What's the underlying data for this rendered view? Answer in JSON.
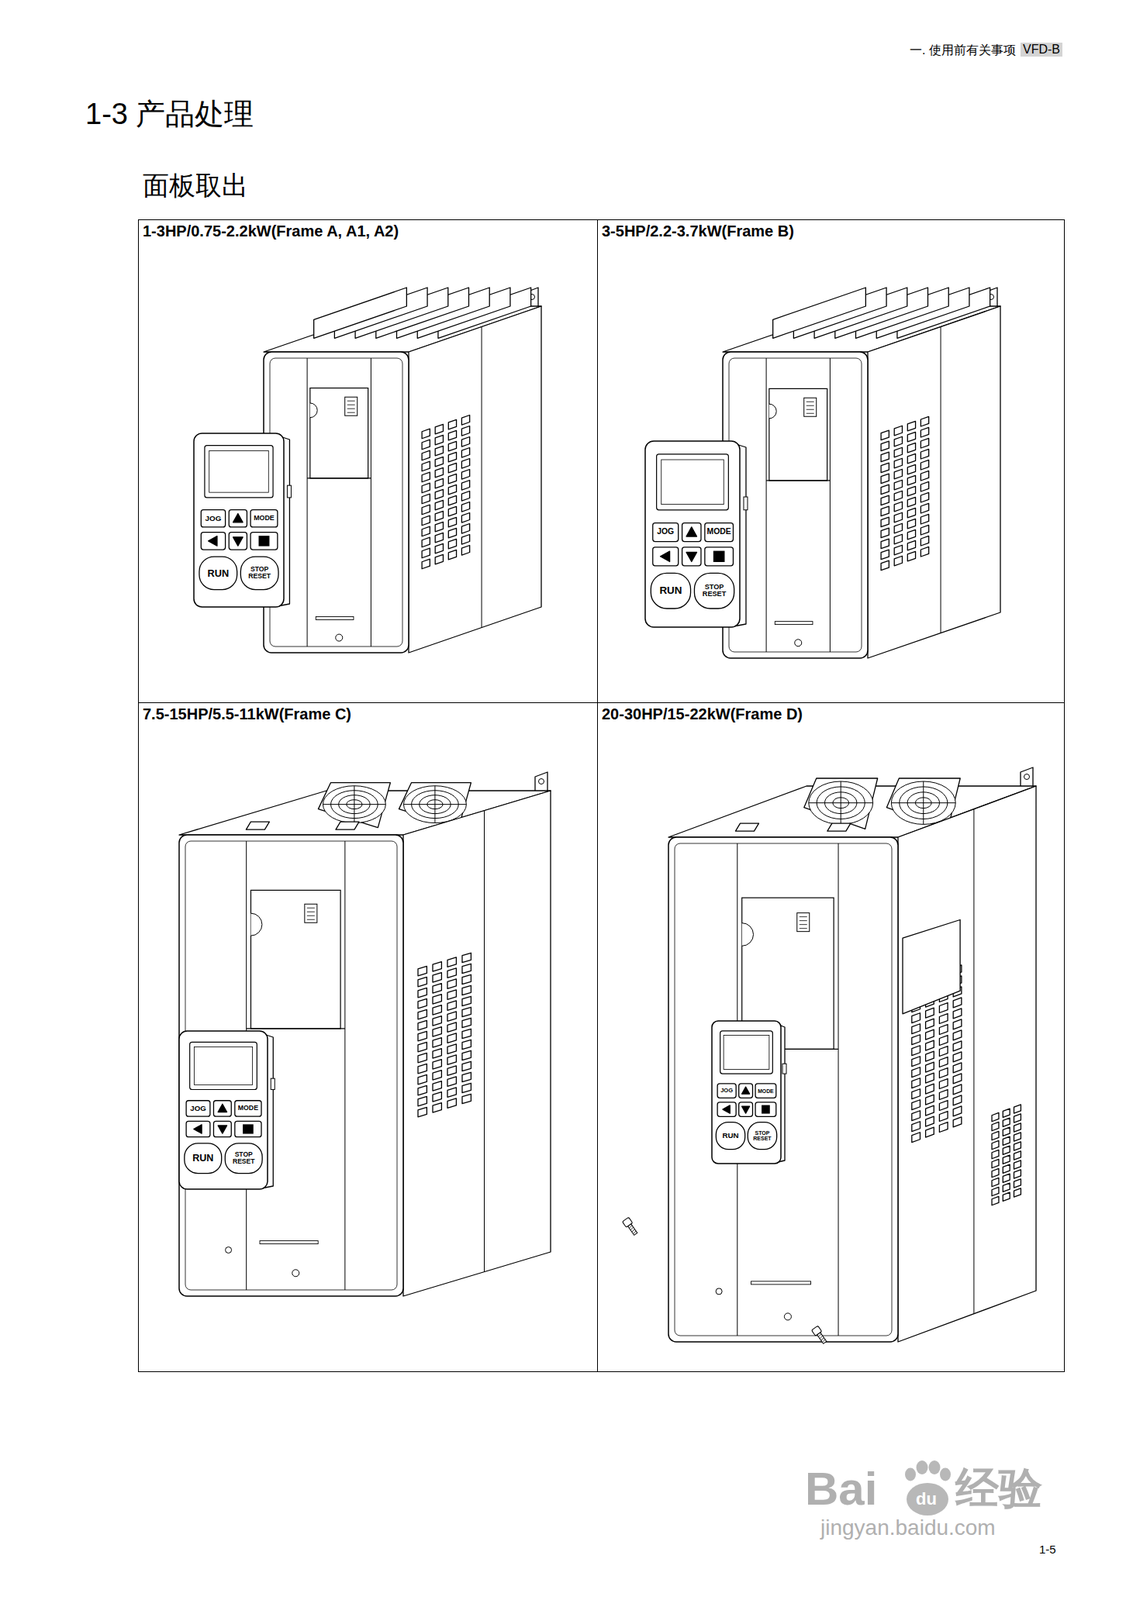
{
  "diagram": {
    "title": "1-3 产品处理",
    "nodes": [
      {
        "text": [
          "1-3HP/0.75-2.2kW(Frame A, A1, A2)"
        ]
      },
      {
        "text": [
          "3-5HP/2.2-3.7kW(Frame B)"
        ]
      },
      {
        "text": [
          "7.5-15HP/5.5-11kW(Frame C)"
        ]
      },
      {
        "text": [
          "20-30HP/15-22kW(Frame D)"
        ]
      }
    ],
    "labels": [
      "一. 使用前有关事项",
      "VFD-B",
      "面板取出",
      "JOG",
      "MODE",
      "RUN",
      "STOP RESET",
      "JOG",
      "MODE",
      "RUN",
      "STOP RESET",
      "JOG",
      "MODE",
      "RUN",
      "STOP RESET",
      "JOG",
      "MODE",
      "RUN",
      "STOP RESET",
      "Bai",
      "du",
      "经验",
      "jingyan.baidu.com",
      "1-5"
    ]
  }
}
